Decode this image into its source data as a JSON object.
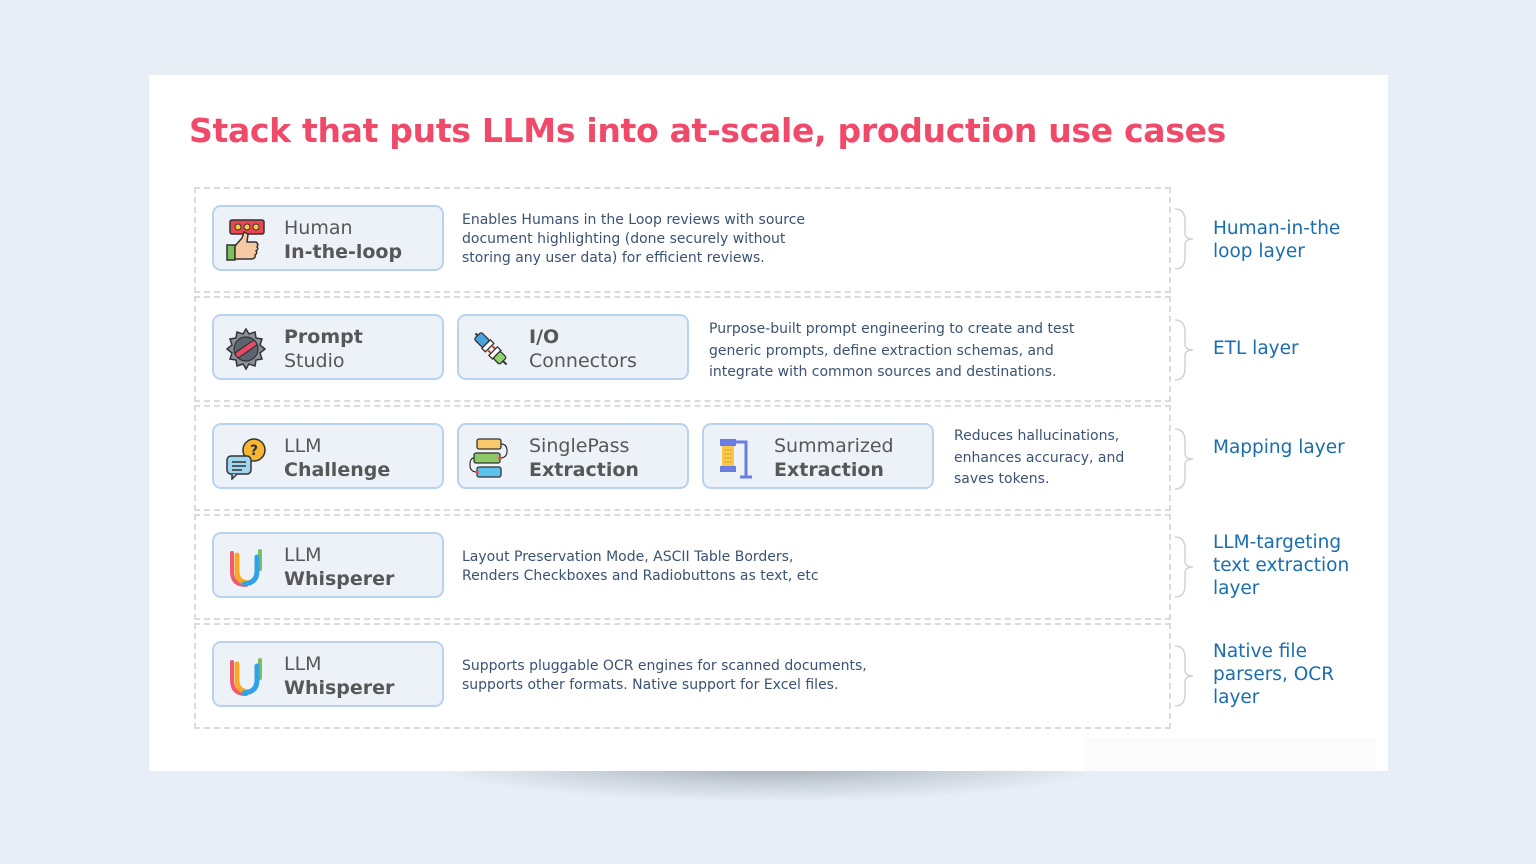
{
  "title": "Stack that puts LLMs into at-scale, production use cases",
  "colors": {
    "title": "#f04a6a",
    "layer_label": "#1b6db0",
    "description": "#3b5272",
    "pill_bg": "#edf2f8",
    "pill_border": "#b9d3ee",
    "page_bg": "#e7eef6"
  },
  "rows": [
    {
      "components": [
        {
          "icon": "thumbs-up-rating-icon",
          "line1": "Human",
          "line2": "In-the-loop"
        }
      ],
      "description": [
        "Enables Humans in the Loop reviews with source",
        "document highlighting (done securely without",
        "storing any user data) for efficient reviews."
      ],
      "layer": [
        "Human-in-the",
        "loop layer"
      ]
    },
    {
      "components": [
        {
          "icon": "gear-pencil-icon",
          "line1": "Prompt",
          "line2": "Studio"
        },
        {
          "icon": "plug-connector-icon",
          "line1": "I/O",
          "line2": "Connectors"
        }
      ],
      "description": [
        "Purpose-built prompt engineering to create and test",
        "generic prompts, define extraction schemas, and",
        "integrate with common sources and destinations."
      ],
      "layer": [
        "ETL layer"
      ]
    },
    {
      "components": [
        {
          "icon": "question-chat-icon",
          "line1": "LLM",
          "line2": "Challenge"
        },
        {
          "icon": "flow-blocks-icon",
          "line1": "SinglePass",
          "line2": "Extraction"
        },
        {
          "icon": "clamp-compress-icon",
          "line1": "Summarized",
          "line2": "Extraction"
        }
      ],
      "description": [
        "Reduces hallucinations,",
        "enhances accuracy, and",
        "saves tokens."
      ],
      "layer": [
        "Mapping layer"
      ]
    },
    {
      "components": [
        {
          "icon": "llm-whisperer-logo-icon",
          "line1": "LLM",
          "line2": "Whisperer"
        }
      ],
      "description": [
        "Layout Preservation Mode, ASCII Table Borders,",
        "Renders Checkboxes and Radiobuttons as text, etc"
      ],
      "layer": [
        "LLM-targeting",
        "text extraction",
        "layer"
      ]
    },
    {
      "components": [
        {
          "icon": "llm-whisperer-logo-icon",
          "line1": "LLM",
          "line2": "Whisperer"
        }
      ],
      "description": [
        "Supports pluggable OCR engines for scanned documents,",
        "supports other formats. Native support for Excel files."
      ],
      "layer": [
        "Native file",
        "parsers, OCR",
        "layer"
      ]
    }
  ]
}
